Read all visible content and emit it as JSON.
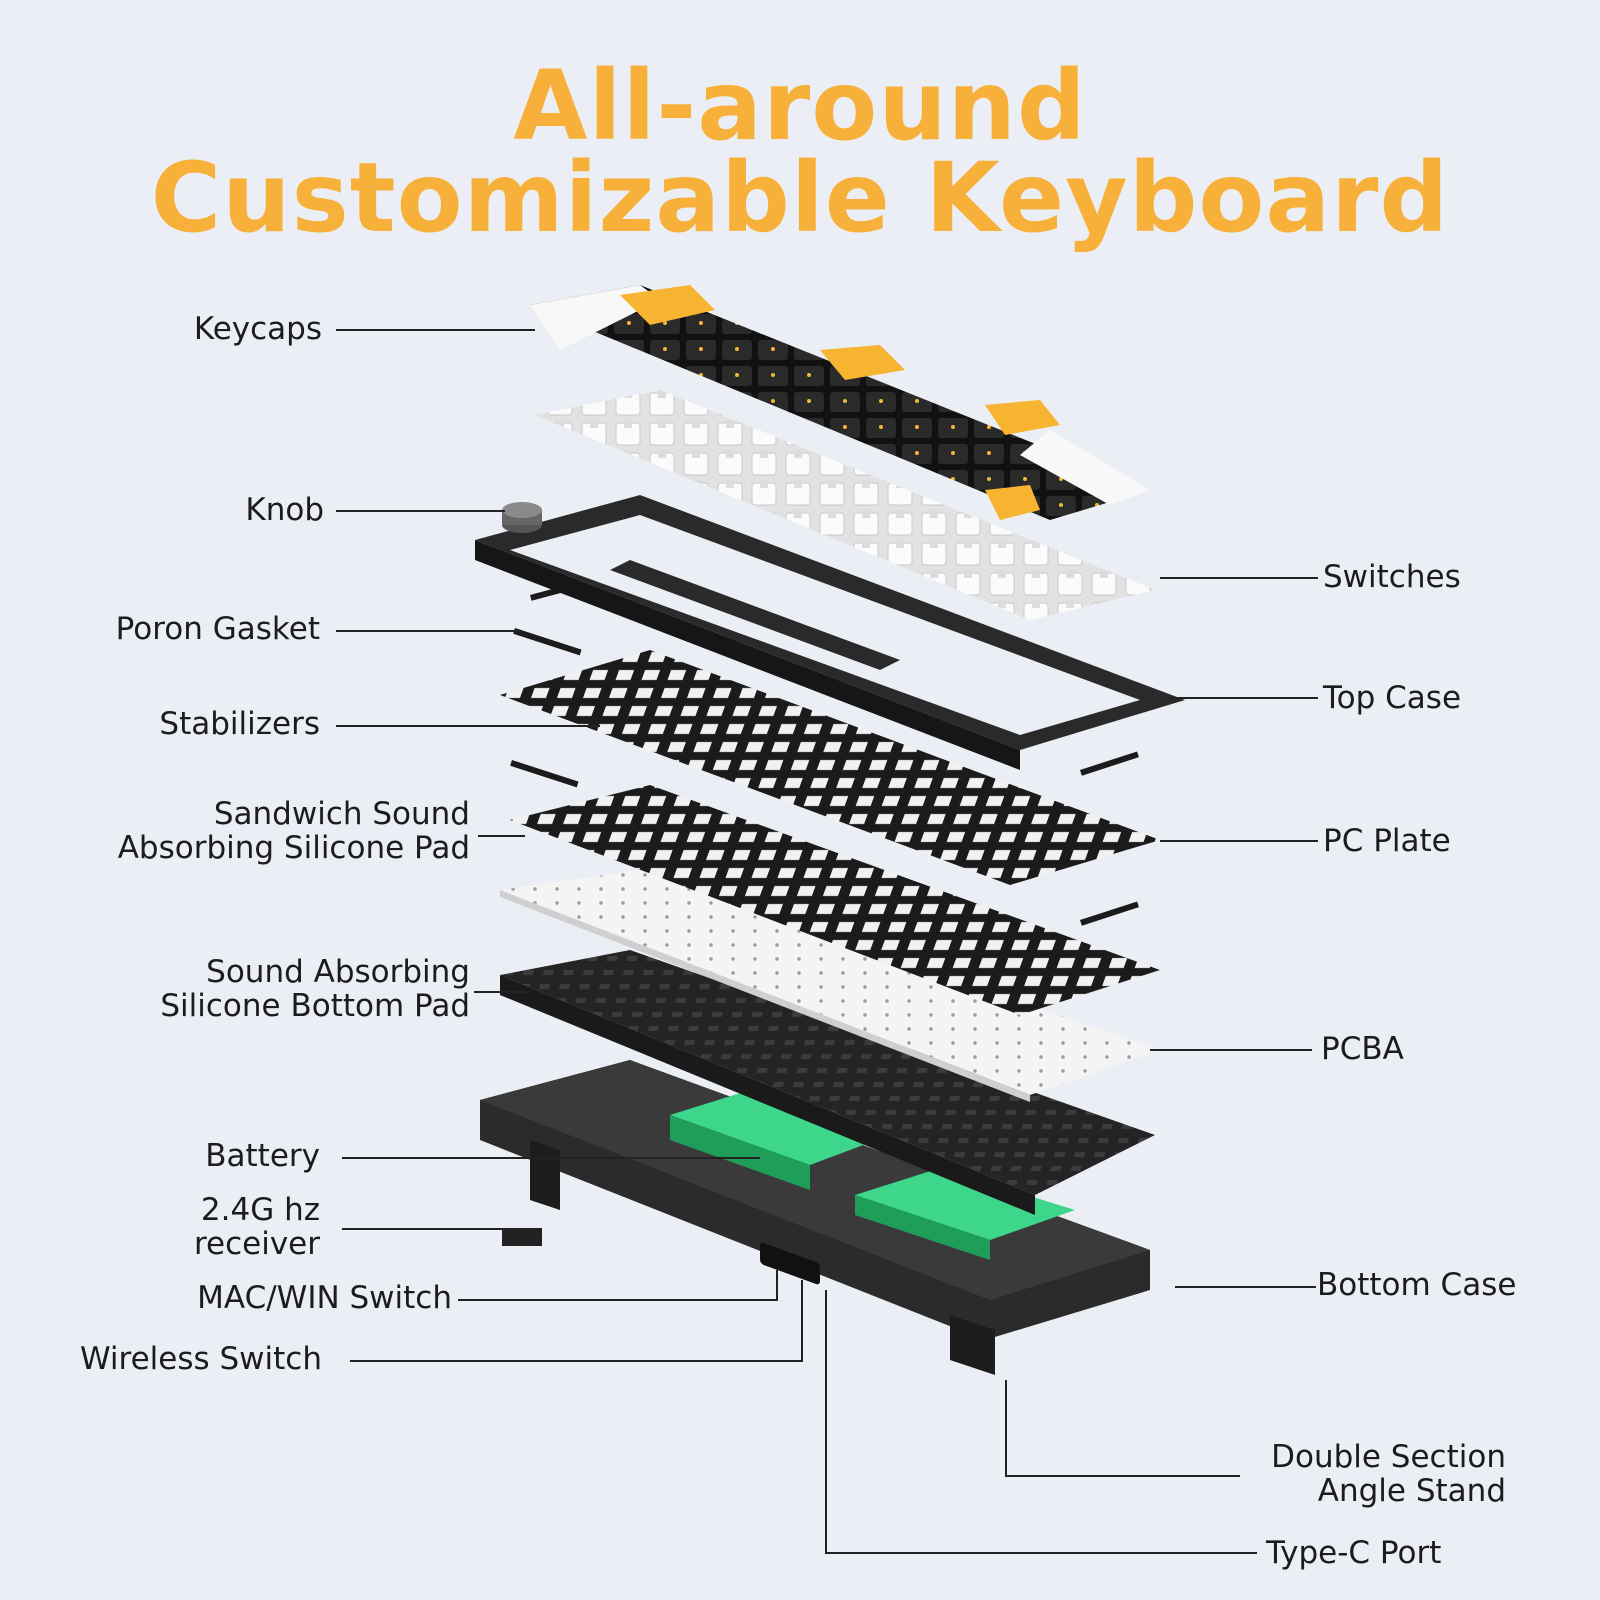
{
  "title": {
    "line1": "All-around",
    "line2": "Customizable Keyboard"
  },
  "colors": {
    "title": "#f7b13b",
    "background": "#ebeff5",
    "frame": "#2a2a2a",
    "keycap_yellow": "#f6b431",
    "keycap_black": "#1f1f1f",
    "switch_white": "#f2f2f2",
    "battery_green": "#2fbf72",
    "leader": "#222222"
  },
  "labels": {
    "keycaps": "Keycaps",
    "knob": "Knob",
    "poron_gasket": "Poron Gasket",
    "stabilizers": "Stabilizers",
    "sandwich_pad": [
      "Sandwich Sound",
      "Absorbing Silicone Pad"
    ],
    "bottom_pad": [
      "Sound Absorbing",
      "Silicone Bottom Pad"
    ],
    "battery": "Battery",
    "receiver": [
      "2.4G hz",
      "receiver"
    ],
    "mac_win_switch": "MAC/WIN Switch",
    "wireless_switch": "Wireless Switch",
    "switches": "Switches",
    "top_case": "Top Case",
    "pc_plate": "PC Plate",
    "pcba": "PCBA",
    "bottom_case": "Bottom Case",
    "angle_stand": [
      "Double Section",
      "Angle Stand"
    ],
    "type_c_port": "Type-C Port"
  }
}
